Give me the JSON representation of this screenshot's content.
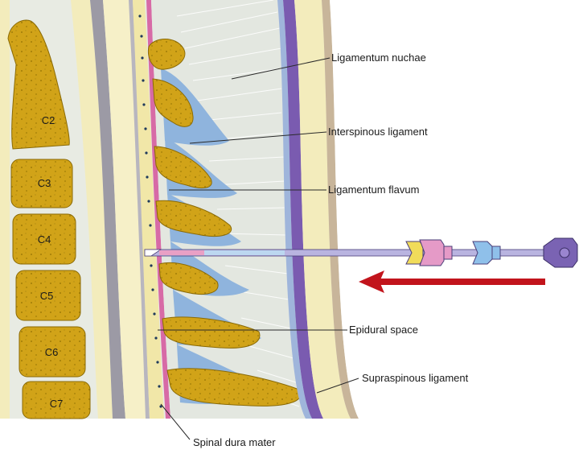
{
  "vertebrae": [
    {
      "id": "C2",
      "label": "C2"
    },
    {
      "id": "C3",
      "label": "C3"
    },
    {
      "id": "C4",
      "label": "C4"
    },
    {
      "id": "C5",
      "label": "C5"
    },
    {
      "id": "C6",
      "label": "C6"
    },
    {
      "id": "C7",
      "label": "C7"
    }
  ],
  "labels": {
    "ligamentum_nuchae": "Ligamentum nuchae",
    "interspinous_ligament": "Interspinous ligament",
    "ligamentum_flavum": "Ligamentum flavum",
    "epidural_space": "Epidural space",
    "supraspinous_ligament": "Supraspinous ligament",
    "spinal_dura_mater": "Spinal dura mater"
  },
  "colors": {
    "bone": "#d1a318",
    "bone_dark": "#a07d08",
    "bone_outline": "#8a6a05",
    "disc": "#ffffff",
    "soft_tissue": "#e8ebe3",
    "cream": "#f3ecbc",
    "gray_band": "#9c9aa5",
    "dura_pink": "#d76aa6",
    "ligament_blue": "#8fb4dd",
    "skin_purple": "#7a5bb0",
    "skin_tan": "#c8b59a",
    "arrow_red": "#c2141c",
    "needle_body": "#b9b4e0",
    "hub_yellow": "#f1dc5a",
    "hub_pink": "#e59ac7",
    "hub_blue": "#8fc0ea",
    "hub_purple": "#7a63b3"
  },
  "icons": {
    "needle": "epidural-needle-icon",
    "arrow": "insertion-direction-arrow-icon"
  }
}
